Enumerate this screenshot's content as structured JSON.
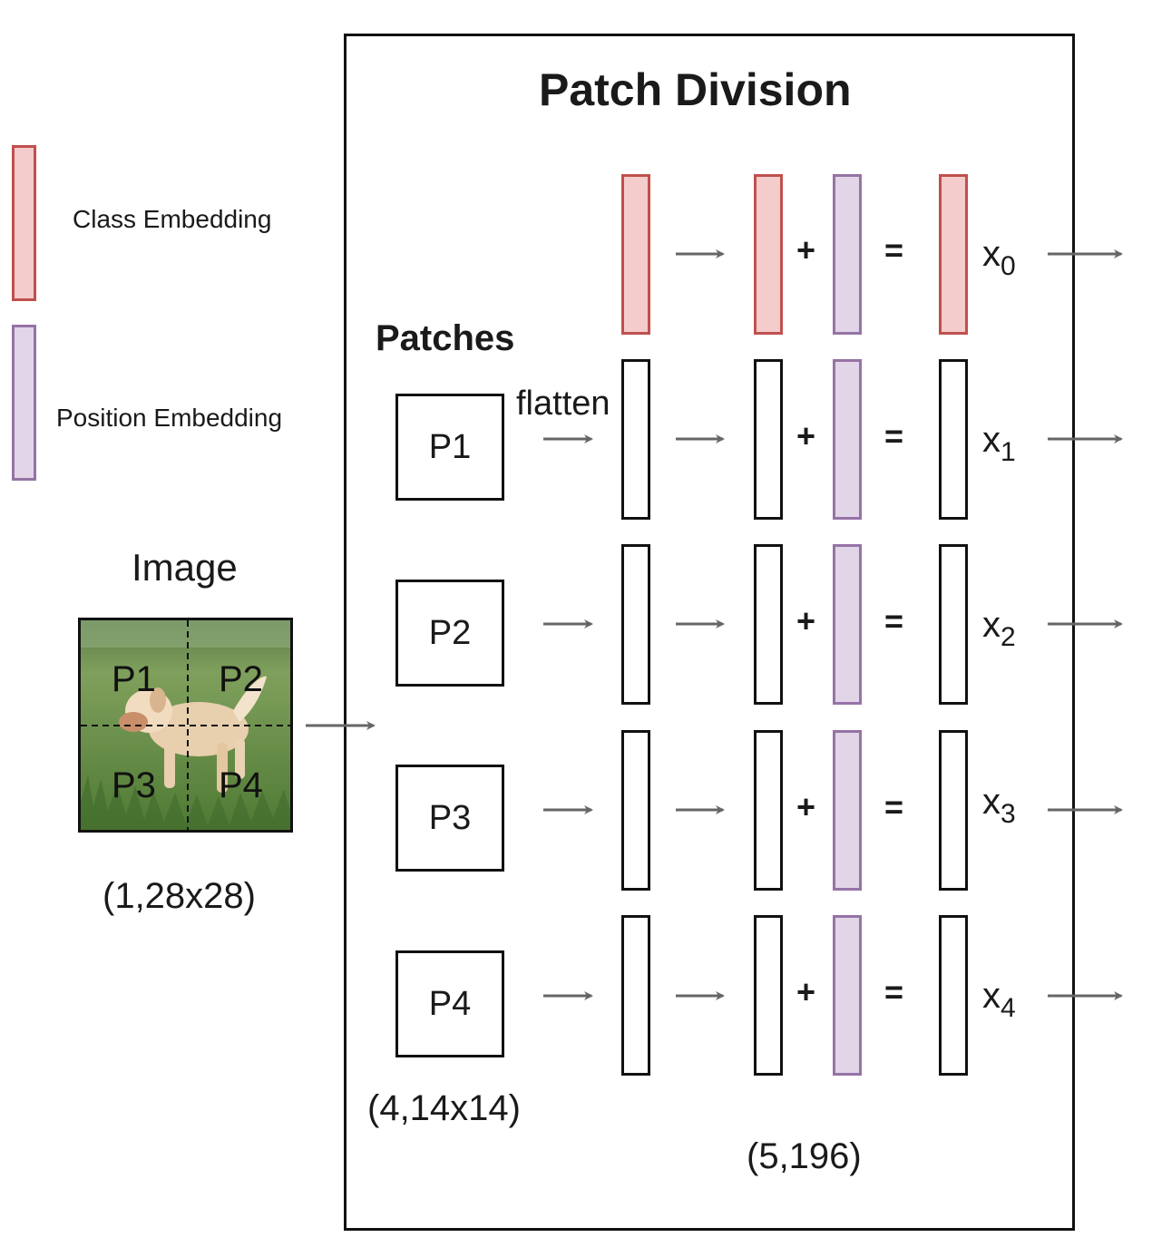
{
  "legend": {
    "class_label": "Class Embedding",
    "position_label": "Position Embedding"
  },
  "image": {
    "title": "Image",
    "shape": "(1,28x28)",
    "quadrants": [
      "P1",
      "P2",
      "P3",
      "P4"
    ]
  },
  "panel": {
    "title": "Patch Division",
    "patches_heading": "Patches",
    "flatten_label": "flatten",
    "patches": [
      "P1",
      "P2",
      "P3",
      "P4"
    ],
    "patches_shape": "(4,14x14)",
    "output_shape": "(5,196)",
    "rows": [
      {
        "x": "x",
        "sub": "0"
      },
      {
        "x": "x",
        "sub": "1"
      },
      {
        "x": "x",
        "sub": "2"
      },
      {
        "x": "x",
        "sub": "3"
      },
      {
        "x": "x",
        "sub": "4"
      }
    ],
    "plus": "+",
    "equals": "="
  },
  "colors": {
    "class_fill": "#f4cccc",
    "class_stroke": "#c0504d",
    "position_fill": "#e1d5e7",
    "position_stroke": "#9673a6",
    "arrow": "#666666"
  }
}
